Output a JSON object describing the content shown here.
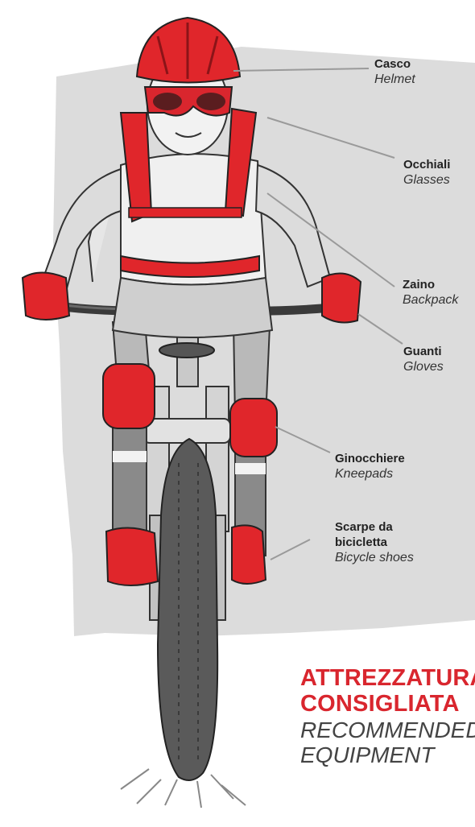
{
  "labels": [
    {
      "it": "Casco",
      "en": "Helmet",
      "icon": "helmet"
    },
    {
      "it": "Occhiali",
      "en": "Glasses",
      "icon": "glasses"
    },
    {
      "it": "Zaino",
      "en": "Backpack",
      "icon": "backpack"
    },
    {
      "it": "Guanti",
      "en": "Gloves",
      "icon": "gloves"
    },
    {
      "it": "Ginocchiere",
      "en": "Kneepads",
      "icon": "kneepads"
    },
    {
      "it": "Scarpe da bicicletta",
      "it_lines": [
        "Scarpe da",
        "bicicletta"
      ],
      "en": "Bicycle shoes",
      "icon": "shoes"
    }
  ],
  "heading": {
    "it_lines": [
      "ATTREZZATURA",
      "CONSIGLIATA"
    ],
    "en_lines": [
      "RECOMMENDED",
      "EQUIPMENT"
    ]
  },
  "colors": {
    "accent_red": "#d9262e",
    "gear_red": "#e0262b",
    "background_blob": "#dcdcdc",
    "text": "#222222"
  }
}
